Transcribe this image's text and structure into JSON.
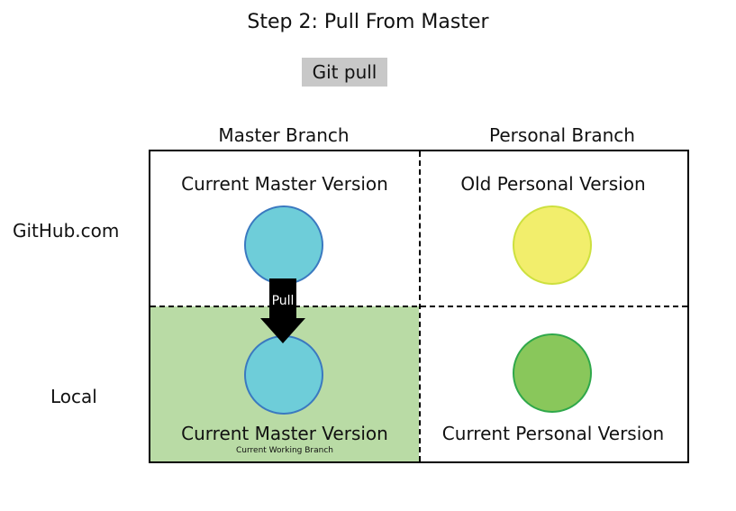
{
  "title": "Step 2: Pull From Master",
  "command": "Git pull",
  "columns": [
    "Master Branch",
    "Personal Branch"
  ],
  "rows": [
    "GitHub.com",
    "Local"
  ],
  "cells": {
    "github_master": "Current Master Version",
    "github_personal": "Old Personal Version",
    "local_master": "Current Master Version",
    "local_master_note": "Current Working Branch",
    "local_personal": "Current Personal Version"
  },
  "arrow_label": "Pull",
  "colors": {
    "master_fill": "#6ecdd9",
    "master_stroke": "#3a79c0",
    "old_personal_fill": "#f2ee6c",
    "old_personal_stroke": "#cde03e",
    "current_personal_fill": "#89c75b",
    "current_personal_stroke": "#2fa84a",
    "working_branch_highlight": "#b9dba5",
    "command_background": "#c8c8c8"
  }
}
